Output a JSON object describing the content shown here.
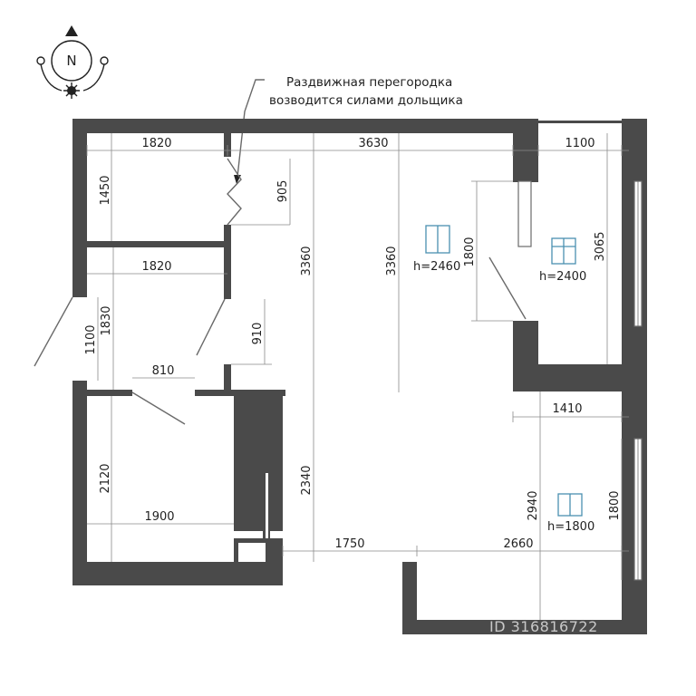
{
  "compass": {
    "north_label": "N"
  },
  "note": {
    "line1": "Раздвижная перегородка",
    "line2": "возводится силами дольщика"
  },
  "dimensions": {
    "d1820_top": "1820",
    "d3630": "3630",
    "d1100_balcony": "1100",
    "d1450": "1450",
    "d905": "905",
    "d1820_mid": "1820",
    "d3360_left": "3360",
    "d3360_right": "3360",
    "d1800_window": "1800",
    "d3065": "3065",
    "d1100_left": "1100",
    "d1830": "1830",
    "d910": "910",
    "d810": "810",
    "d1410": "1410",
    "d2120": "2120",
    "d1900": "1900",
    "d2340": "2340",
    "d2940": "2940",
    "d1800_right": "1800",
    "d1750": "1750",
    "d2660": "2660"
  },
  "window_heights": {
    "h2460": "h=2460",
    "h2400": "h=2400",
    "h1800": "h=1800"
  },
  "watermark": "ID 316816722",
  "colors": {
    "wall": "#4a4a4a",
    "dimension": "#8a8a8a",
    "text": "#222222"
  }
}
